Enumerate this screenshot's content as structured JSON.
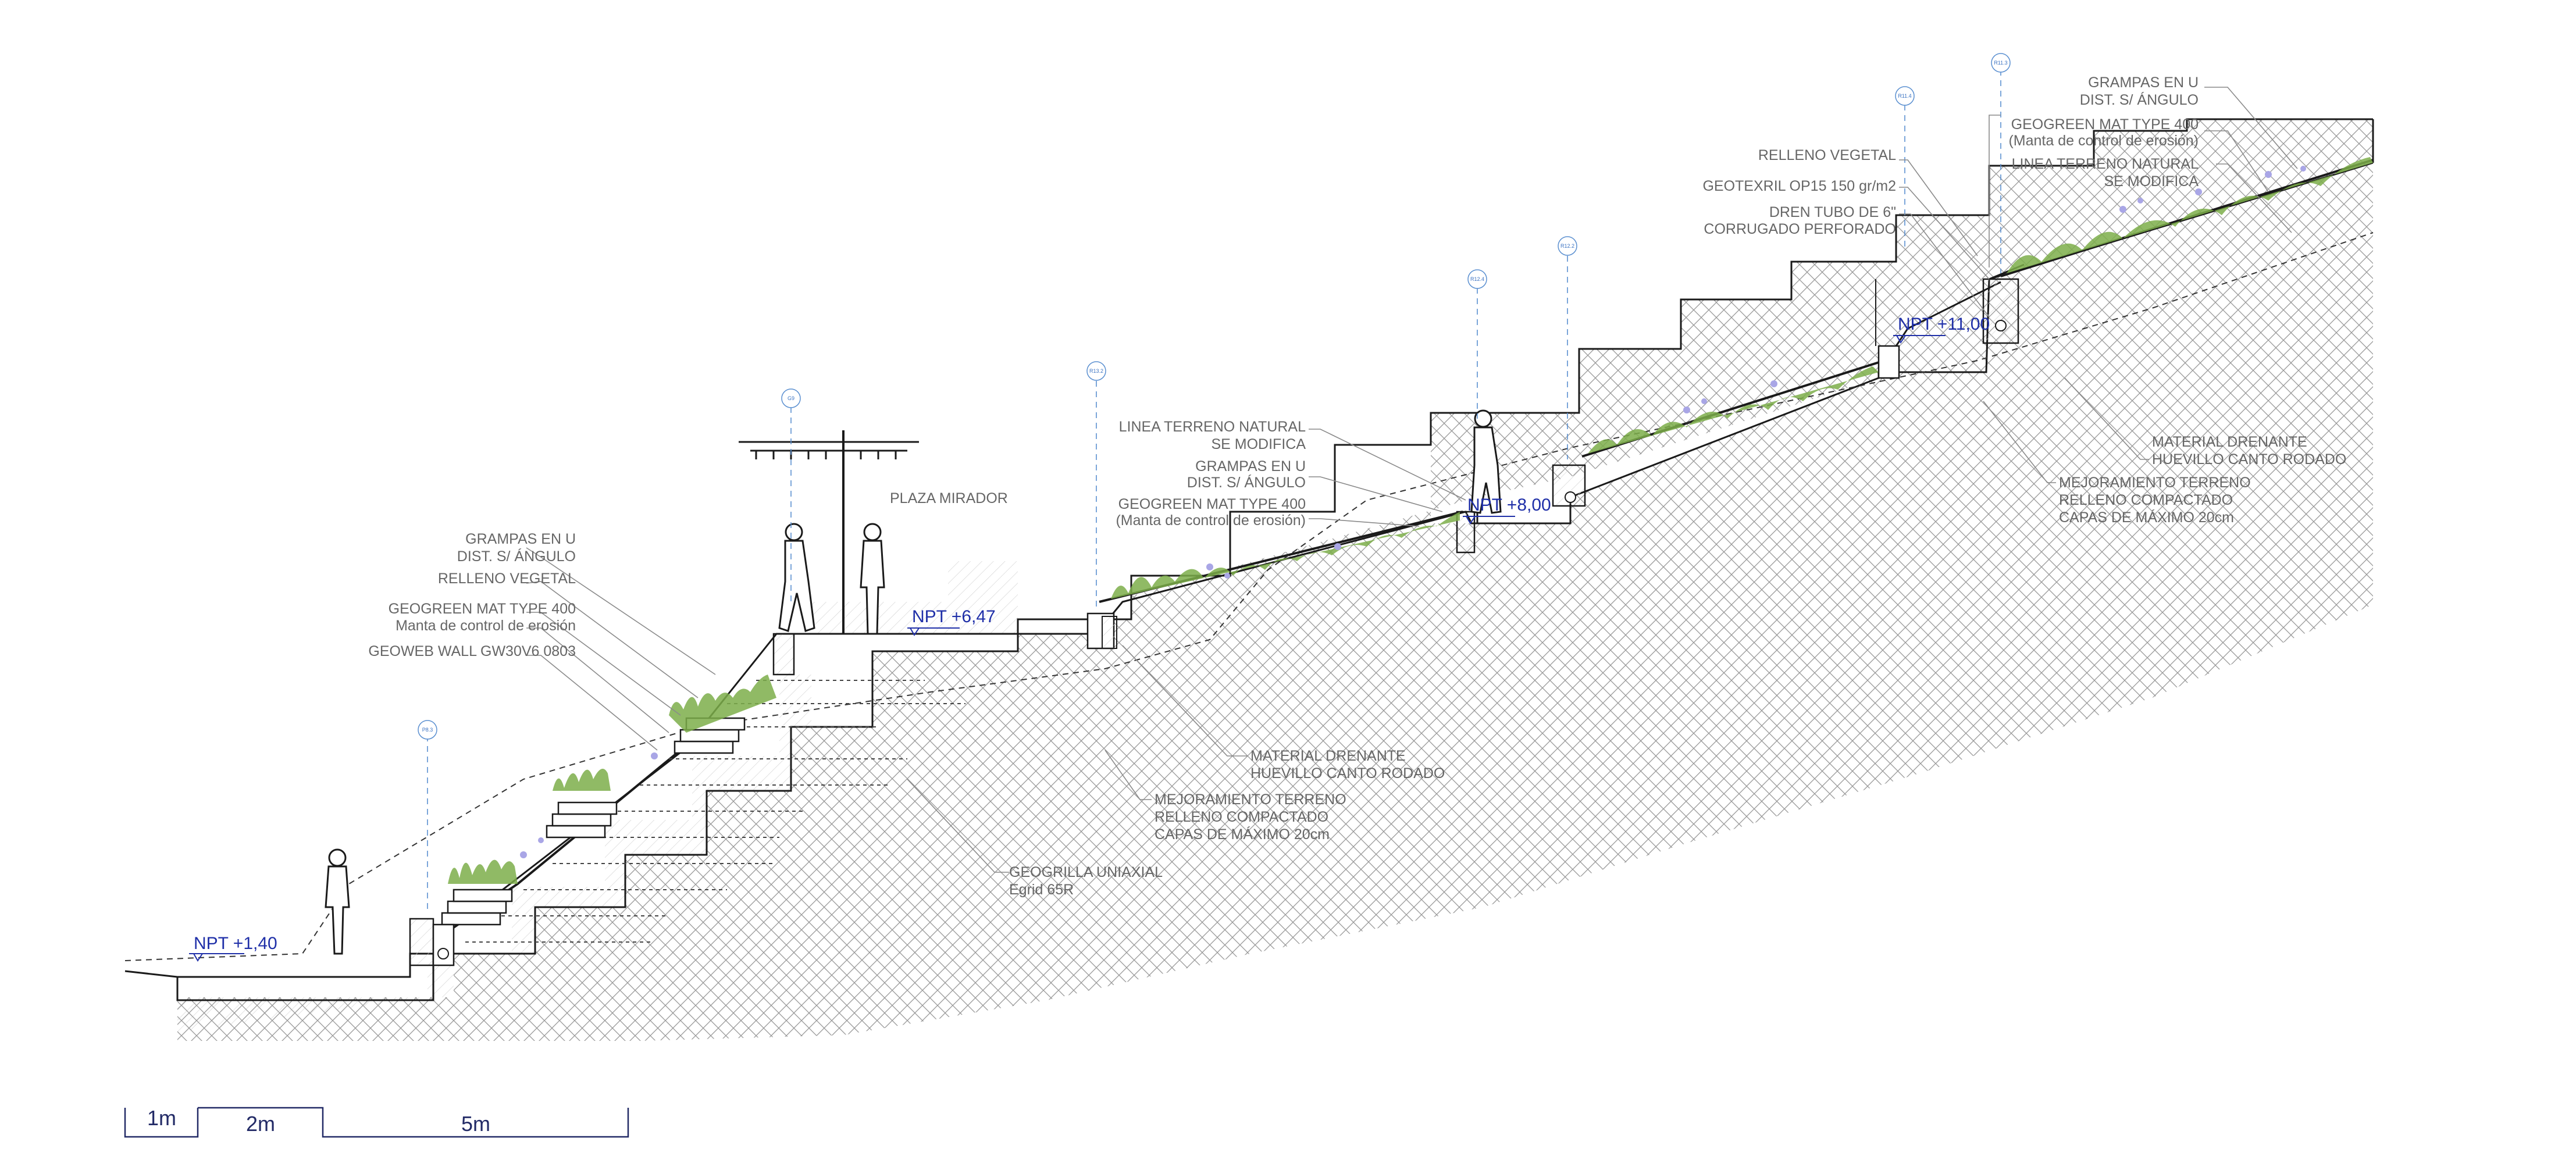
{
  "section": {
    "labels_left": {
      "grampas": [
        "GRAMPAS EN U",
        "DIST. S/ ÁNGULO"
      ],
      "relleno": "RELLENO VEGETAL",
      "geogreen": [
        "GEOGREEN MAT TYPE 400",
        "Manta de control de erosión"
      ],
      "geoweb": "GEOWEB WALL GW30V6 0803"
    },
    "plaza": "PLAZA MIRADOR",
    "labels_mid": {
      "linea": [
        "LINEA TERRENO  NATURAL",
        "SE MODIFICA"
      ],
      "grampas": [
        "GRAMPAS EN U",
        "DIST. S/ ÁNGULO"
      ],
      "geogreen": [
        "GEOGREEN MAT TYPE 400",
        "(Manta de control de erosión)"
      ]
    },
    "labels_lower": {
      "material": [
        "MATERIAL DRENANTE",
        "HUEVILLO CANTO RODADO"
      ],
      "mejoramiento": [
        "MEJORAMIENTO TERRENO",
        "RELLENO COMPACTADO",
        "CAPAS DE MÁXIMO 20cm"
      ],
      "geogrilla": [
        "GEOGRILLA UNIAXIAL",
        "Egrid 65R"
      ]
    },
    "labels_top_right": {
      "relleno": "RELLENO VEGETAL",
      "geotexil": "GEOTEXRIL OP15 150 gr/m2",
      "dren": [
        "DREN TUBO DE 6\"",
        "CORRUGADO PERFORADO"
      ],
      "grampas": [
        "GRAMPAS EN U",
        "DIST. S/ ÁNGULO"
      ],
      "geogreen": [
        "GEOGREEN MAT TYPE 400",
        "(Manta de control de erosión)"
      ],
      "linea": [
        "LINEA TERRENO  NATURAL",
        "SE MODIFICA"
      ]
    },
    "labels_right": {
      "material": [
        "MATERIAL DRENANTE",
        "HUEVILLO CANTO RODADO"
      ],
      "mejoramiento": [
        "MEJORAMIENTO TERRENO",
        "RELLENO COMPACTADO",
        "CAPAS DE MÁXIMO 20cm"
      ]
    },
    "levels": {
      "npt_1": "NPT +1,40",
      "npt_2": "NPT +6,47",
      "npt_3": "NPT +8,00",
      "npt_4": "NPT +11,00"
    },
    "tags": {
      "t1": "P8.3",
      "t2": "G9",
      "t3": "R13.2",
      "t4": "R12.4",
      "t5": "R12.2",
      "t6": "R11.4",
      "t7": "R11.3"
    }
  },
  "scale_bar": {
    "seg1": "1m",
    "seg2": "2m",
    "seg3": "5m"
  },
  "colors": {
    "ink": "#1a1a1a",
    "label": "#666666",
    "level": "#1f2fa8",
    "tag": "#3a72c2",
    "vegetation": "#7cae4a",
    "flowers": "#a9a6e6"
  }
}
